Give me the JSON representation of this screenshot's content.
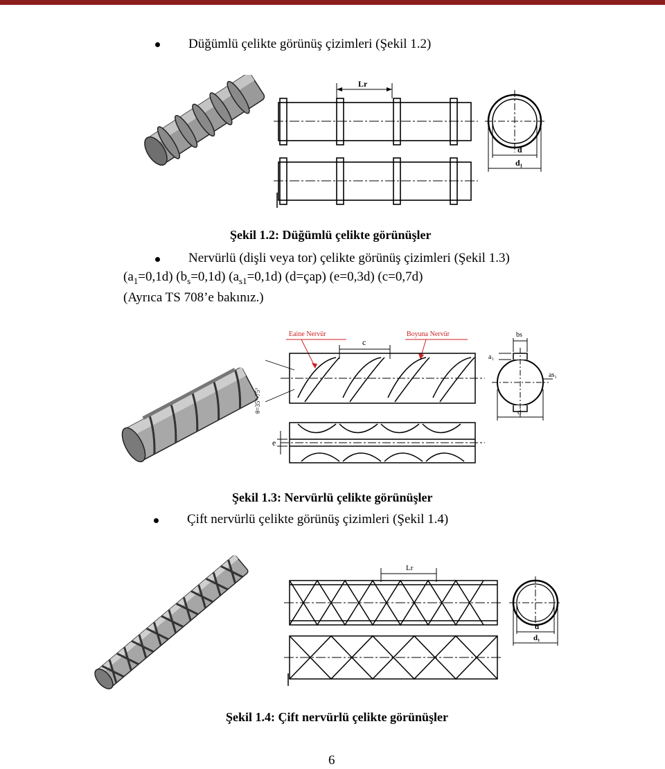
{
  "bullets": {
    "b1": "Düğümlü çelikte görünüş çizimleri (Şekil 1.2)",
    "b2": "Nervürlü (dişli veya tor) çelikte görünüş çizimleri (Şekil 1.3)",
    "b3": "Çift nervürlü çelikte görünüş çizimleri (Şekil 1.4)"
  },
  "params": {
    "p1_open": "(a",
    "p1_sub": "1",
    "p1_val": "=0,1d) (b",
    "p2_sub": "s",
    "p2_val": "=0,1d) (a",
    "p3_sub": "s1",
    "p3_val": "=0,1d) (d=çap) (e=0,3d) (c=0,7d)",
    "note": "(Ayrıca TS 708’e bakınız.)"
  },
  "captions": {
    "fig12": "Şekil 1.2: Düğümlü çelikte görünüşler",
    "fig13": "Şekil 1.3: Nervürlü çelikte görünüşler",
    "fig14": "Şekil 1.4: Çift nervürlü çelikte görünüşler"
  },
  "labels": {
    "fig12_lr": "Lr",
    "fig12_d": "d",
    "fig12_d1": "d₁",
    "fig13_eaine": "Eaine Nervür",
    "fig13_boyuna": "Boyuna Nervür",
    "fig13_c": "c",
    "fig13_angle": "θ=35°-75°",
    "fig13_e": "e",
    "fig13_bs": "bs",
    "fig13_a1": "a₁",
    "fig13_as1": "as₁",
    "fig13_d": "d",
    "fig14_lr": "Lr",
    "fig14_d": "d",
    "fig14_d1": "d₁"
  },
  "page_number": "6",
  "colors": {
    "top_bar": "#8b1d1d",
    "annotation_red": "#cc2222"
  }
}
